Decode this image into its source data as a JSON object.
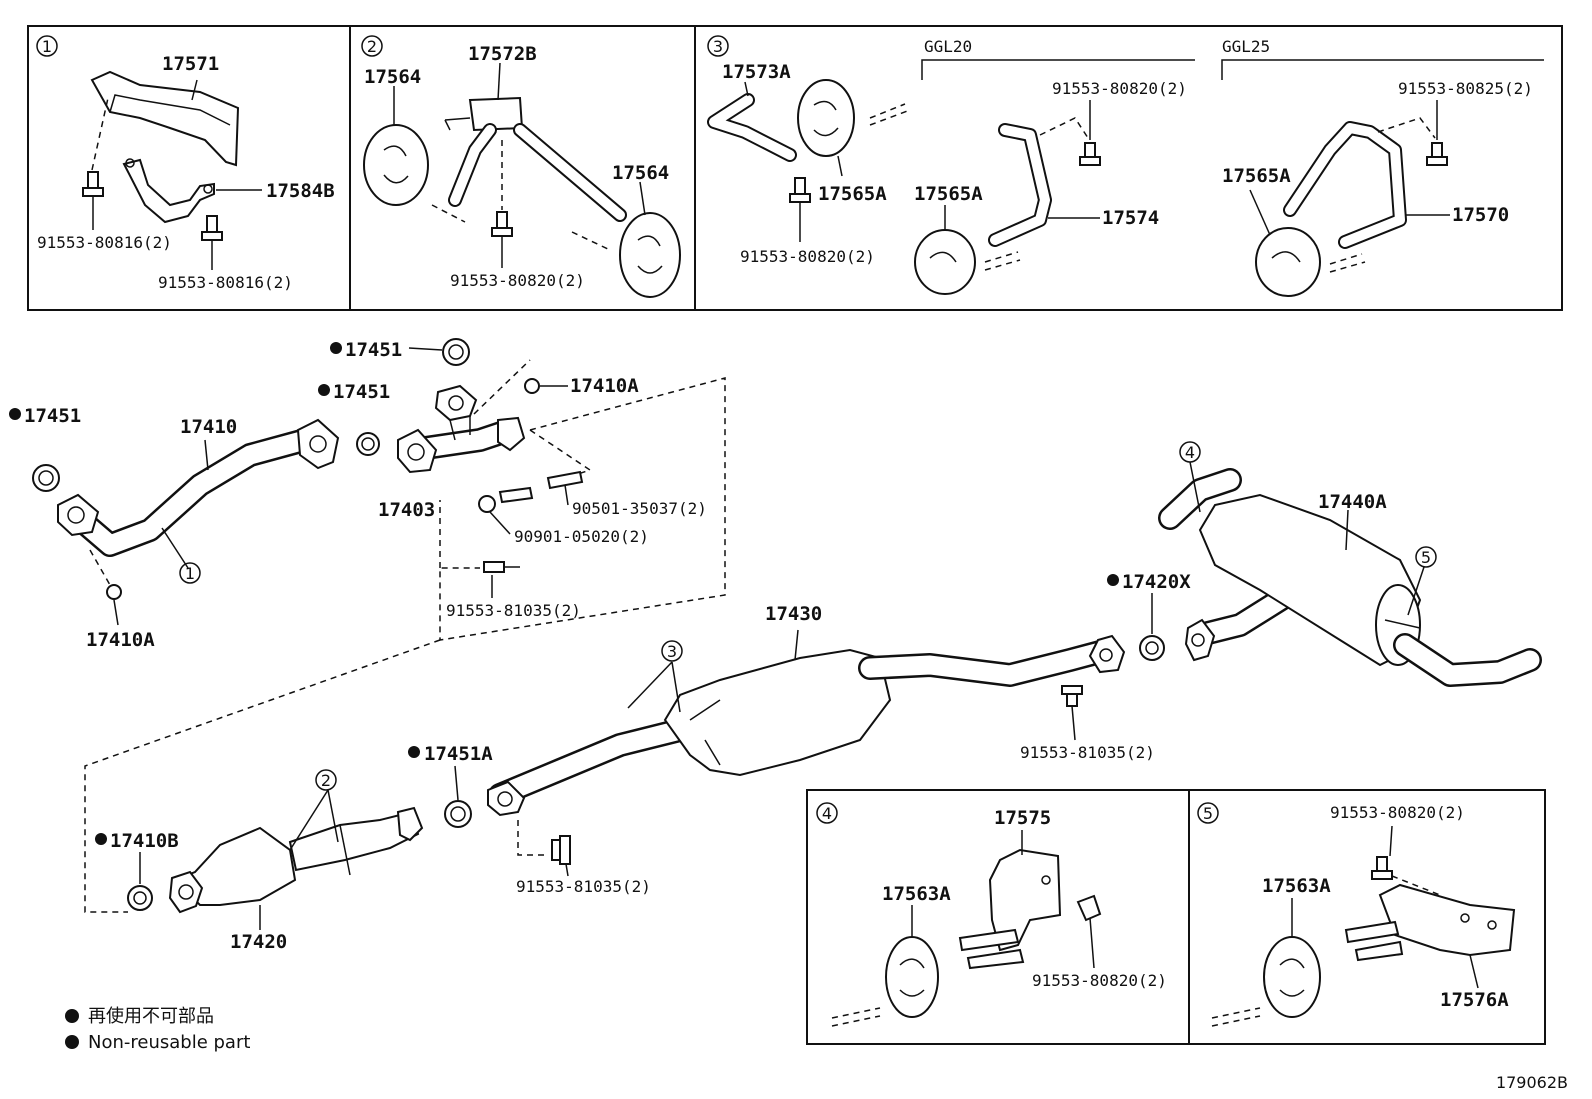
{
  "labels": {
    "p17571": "17571",
    "p17584B": "17584B",
    "p91553_80816_a": "91553-80816(2)",
    "p91553_80816_b": "91553-80816(2)",
    "p17564_a": "17564",
    "p17572B": "17572B",
    "p17564_b": "17564",
    "p91553_80820_g2": "91553-80820(2)",
    "p17573A": "17573A",
    "p17565A_a": "17565A",
    "p91553_80820_g3": "91553-80820(2)",
    "ggl20": "GGL20",
    "p91553_80820_ggl20": "91553-80820(2)",
    "p17565A_b": "17565A",
    "p17574": "17574",
    "ggl25": "GGL25",
    "p91553_80825": "91553-80825(2)",
    "p17565A_c": "17565A",
    "p17570": "17570",
    "p17451_a": "17451",
    "p17451_b": "17451",
    "p17451_c": "17451",
    "p17410": "17410",
    "p17410A_a": "17410A",
    "p17410A_b": "17410A",
    "p17403": "17403",
    "p90501_35037": "90501-35037(2)",
    "p90901_05020": "90901-05020(2)",
    "p91553_81035_a": "91553-81035(2)",
    "p17430": "17430",
    "p17440A": "17440A",
    "p17420X": "17420X",
    "p91553_81035_b": "91553-81035(2)",
    "p17451A": "17451A",
    "p17410B": "17410B",
    "p17420": "17420",
    "p91553_81035_c": "91553-81035(2)",
    "p17575": "17575",
    "p17563A_a": "17563A",
    "p91553_80820_g4": "91553-80820(2)",
    "p91553_80820_g5": "91553-80820(2)",
    "p17563A_b": "17563A",
    "p17576A": "17576A"
  },
  "callouts": {
    "c1_box": "1",
    "c2_box": "2",
    "c3_box": "3",
    "c4_box": "4",
    "c5_box": "5",
    "c1": "1",
    "c2": "2",
    "c3": "3",
    "c4": "4",
    "c5": "5"
  },
  "legend": {
    "jp": "再使用不可部品",
    "en": "Non-reusable part"
  },
  "figure_id": "179062B"
}
